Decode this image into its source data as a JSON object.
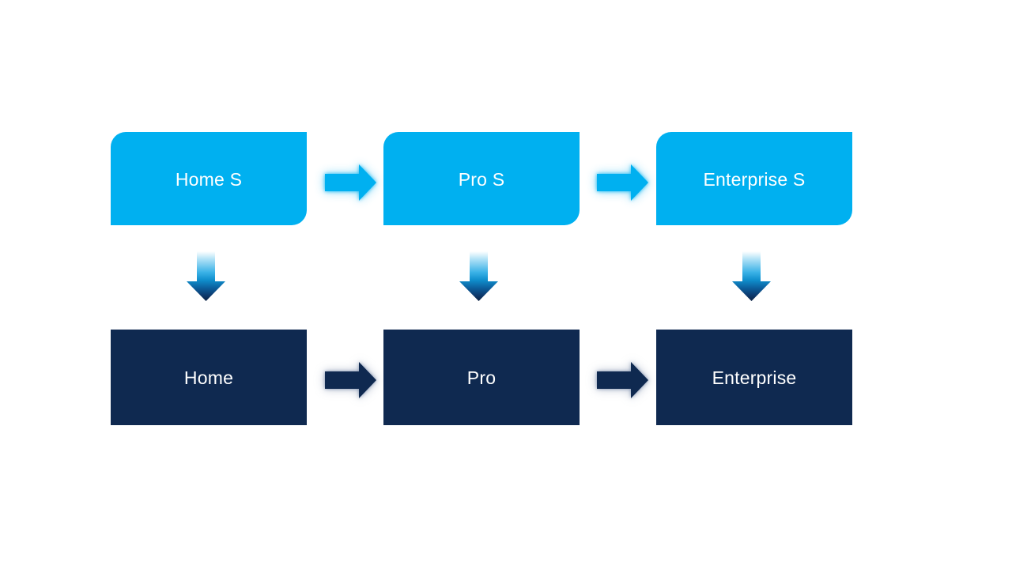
{
  "diagram": {
    "columns": [
      {
        "top": {
          "label": "Home S"
        },
        "bottom": {
          "label": "Home"
        }
      },
      {
        "top": {
          "label": "Pro S"
        },
        "bottom": {
          "label": "Pro"
        }
      },
      {
        "top": {
          "label": "Enterprise S"
        },
        "bottom": {
          "label": "Enterprise"
        }
      }
    ],
    "connectors": {
      "top_row_right_arrows": 2,
      "bottom_row_right_arrows": 2,
      "down_arrows": 3
    },
    "colors": {
      "background": "#ffffff",
      "top_box_fill": "#00b0f0",
      "bottom_box_fill": "#0f2950",
      "label_text": "#ffffff",
      "top_arrow_fill": "#00b0f0",
      "top_arrow_glow": "#8ed7f5",
      "bottom_arrow_fill": "#0f2950",
      "bottom_arrow_glow": "#b9c4d6",
      "down_arrow_gradient": [
        "#ffffff",
        "#a6ddf5",
        "#1ba2e0",
        "#0c5e9c",
        "#0d2142"
      ]
    }
  }
}
